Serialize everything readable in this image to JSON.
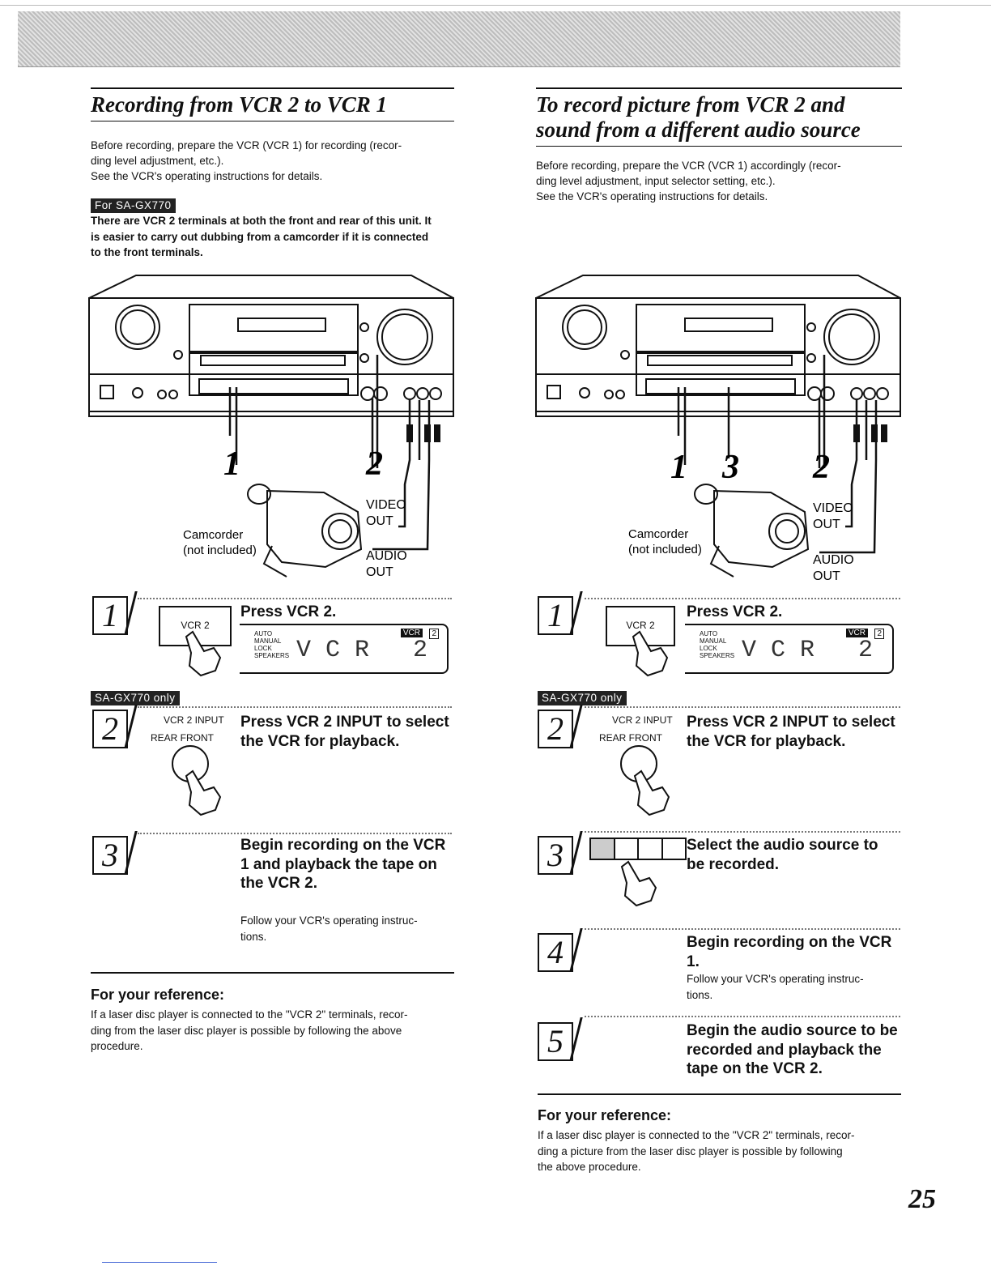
{
  "left": {
    "title": "Recording from VCR 2 to VCR 1",
    "intro1": "Before recording, prepare the VCR (VCR 1) for recording (recor-",
    "intro2": "ding level adjustment, etc.).",
    "intro3": "See the VCR's operating instructions for details.",
    "tag": "For SA-GX770",
    "bold1": "There are VCR 2 terminals at both the front and rear of this unit. It",
    "bold2": "is easier to carry out dubbing from a camcorder if it is connected",
    "bold3": "to the front terminals.",
    "diagram": {
      "camcorder": "Camcorder",
      "not_included": "(not included)",
      "video": "VIDEO",
      "video_out": "OUT",
      "audio": "AUDIO",
      "audio_out": "OUT",
      "num1": "1",
      "num2": "2"
    },
    "step1": {
      "num": "1",
      "button": "VCR 2",
      "text": "Press VCR 2.",
      "disp_auto": "AUTO",
      "disp_manual": "MANUAL",
      "disp_lock": "LOCK",
      "disp_speakers": "SPEAKERS",
      "disp_main": "VCR 2",
      "disp_vcr": "VCR",
      "disp_2": "2"
    },
    "only_tag": "SA-GX770 only",
    "step2": {
      "num": "2",
      "label": "VCR 2 INPUT",
      "rear_front": "REAR FRONT",
      "text1": "Press VCR 2 INPUT to select",
      "text2": "the VCR for playback."
    },
    "step3": {
      "num": "3",
      "text1": "Begin recording on the VCR",
      "text2": "1 and playback the tape on",
      "text3": "the VCR 2.",
      "note1": "Follow your VCR's operating instruc-",
      "note2": "tions."
    },
    "ref_heading": "For your reference:",
    "ref1": "If a laser disc player is connected to the \"VCR 2\" terminals, recor-",
    "ref2": "ding from the laser disc player is possible by following the above",
    "ref3": "procedure."
  },
  "right": {
    "title1": "To record picture from VCR 2 and",
    "title2": "sound from a different audio source",
    "intro1": "Before recording, prepare the VCR (VCR 1) accordingly (recor-",
    "intro2": "ding level adjustment, input selector setting, etc.).",
    "intro3": "See the VCR's operating instructions for details.",
    "diagram": {
      "camcorder": "Camcorder",
      "not_included": "(not included)",
      "video": "VIDEO",
      "video_out": "OUT",
      "audio": "AUDIO",
      "audio_out": "OUT",
      "num1": "1",
      "num3": "3",
      "num2": "2"
    },
    "step1": {
      "num": "1",
      "button": "VCR 2",
      "text": "Press VCR 2.",
      "disp_auto": "AUTO",
      "disp_manual": "MANUAL",
      "disp_lock": "LOCK",
      "disp_speakers": "SPEAKERS",
      "disp_main": "VCR 2",
      "disp_vcr": "VCR",
      "disp_2": "2"
    },
    "only_tag": "SA-GX770 only",
    "step2": {
      "num": "2",
      "label": "VCR 2 INPUT",
      "rear_front": "REAR FRONT",
      "text1": "Press VCR 2 INPUT to select",
      "text2": "the VCR for playback."
    },
    "step3": {
      "num": "3",
      "text1": "Select the audio source to",
      "text2": "be recorded."
    },
    "step4": {
      "num": "4",
      "text1": "Begin recording on the VCR",
      "text2": "1.",
      "note1": "Follow your VCR's operating instruc-",
      "note2": "tions."
    },
    "step5": {
      "num": "5",
      "text1": "Begin the audio source to be",
      "text2": "recorded and playback the",
      "text3": "tape on the VCR 2."
    },
    "ref_heading": "For your reference:",
    "ref1": "If a laser disc player is connected to the \"VCR 2\" terminals, recor-",
    "ref2": "ding a picture from the laser disc player is possible by following",
    "ref3": "the above procedure."
  },
  "page_number": "25"
}
